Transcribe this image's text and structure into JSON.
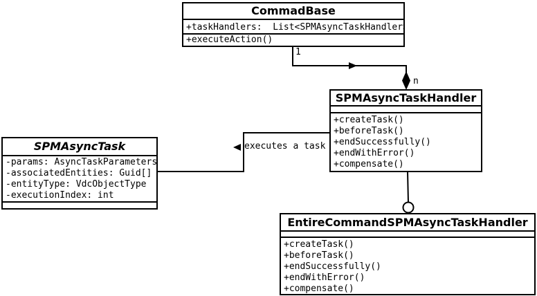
{
  "diagram_type": "uml-class-diagram",
  "colors": {
    "stroke": "#000000",
    "fill": "#ffffff",
    "text": "#000000",
    "background": "#ffffff"
  },
  "classes": {
    "commad_base": {
      "title": "CommadBase",
      "attributes": [
        "+taskHandlers:  List<SPMAsyncTaskHandler>"
      ],
      "methods": [
        "+executeAction()"
      ]
    },
    "spm_async_task_handler": {
      "title": "SPMAsyncTaskHandler",
      "attributes": [],
      "methods": [
        "+createTask()",
        "+beforeTask()",
        "+endSuccessfully()",
        "+endWithError()",
        "+compensate()"
      ]
    },
    "spm_async_task": {
      "title": "SPMAsyncTask",
      "attributes": [
        "-params: AsyncTaskParameters",
        "-associatedEntities: Guid[]",
        "-entityType: VdcObjectType",
        "-executionIndex: int"
      ],
      "methods": []
    },
    "entire_command_spm_async_task_handler": {
      "title": "EntireCommandSPMAsyncTaskHandler",
      "attributes": [],
      "methods": [
        "+createTask()",
        "+beforeTask()",
        "+endSuccessfully()",
        "+endWithError()",
        "+compensate()"
      ]
    }
  },
  "edge_labels": {
    "aggregation_multiplicity_source": "1",
    "aggregation_multiplicity_target": "n",
    "association_label": "executes a task"
  }
}
